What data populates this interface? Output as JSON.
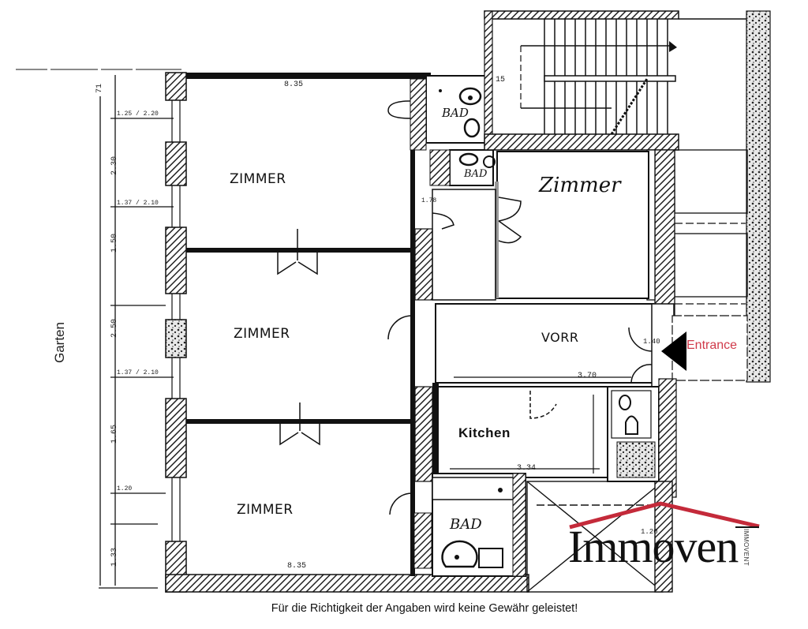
{
  "plan": {
    "side_label": "Garten",
    "entrance_label": "Entrance",
    "disclaimer": "Für die Richtigkeit der Angaben wird keine Gewähr geleistet!",
    "rooms": [
      {
        "id": "zimmer-1",
        "label": "ZIMMER"
      },
      {
        "id": "zimmer-2",
        "label": "ZIMMER"
      },
      {
        "id": "zimmer-3",
        "label": "ZIMMER"
      },
      {
        "id": "zimmer-handwritten",
        "label": "Zimmer"
      },
      {
        "id": "vorraum",
        "label": "VORR"
      },
      {
        "id": "kitchen",
        "label": "Kitchen"
      },
      {
        "id": "bad-1",
        "label": "BAD"
      },
      {
        "id": "bad-2",
        "label": "BAD"
      },
      {
        "id": "bad-3",
        "label": "BAD"
      }
    ],
    "dimensions": {
      "top_room_width": "8.35",
      "bottom_room_width": "8.35",
      "vorr_width": "3.70",
      "kitchen_width": "3.34",
      "left_2_30": "2.30",
      "left_1_50": "1.50",
      "left_2_50": "2.50",
      "left_1_65": "1.65",
      "left_1_33": "1.33",
      "left_71": "71",
      "win_1": "1.25 / 2.20",
      "win_2": "1.37 / 2.10",
      "win_3": "1.37 / 2.10",
      "win_4": "1.20",
      "stair_15": "15",
      "entry_door": "1.40",
      "bath_120": "1.20",
      "hall_door": "1.78"
    },
    "colors": {
      "wall": "#111111",
      "hatch": "#333333",
      "entrance_text": "#d03a4a",
      "logo_roof": "#c42a3a",
      "background": "#ffffff"
    }
  },
  "logo": {
    "name": "Immoven",
    "vertical_tag": "IMMOVENT"
  }
}
